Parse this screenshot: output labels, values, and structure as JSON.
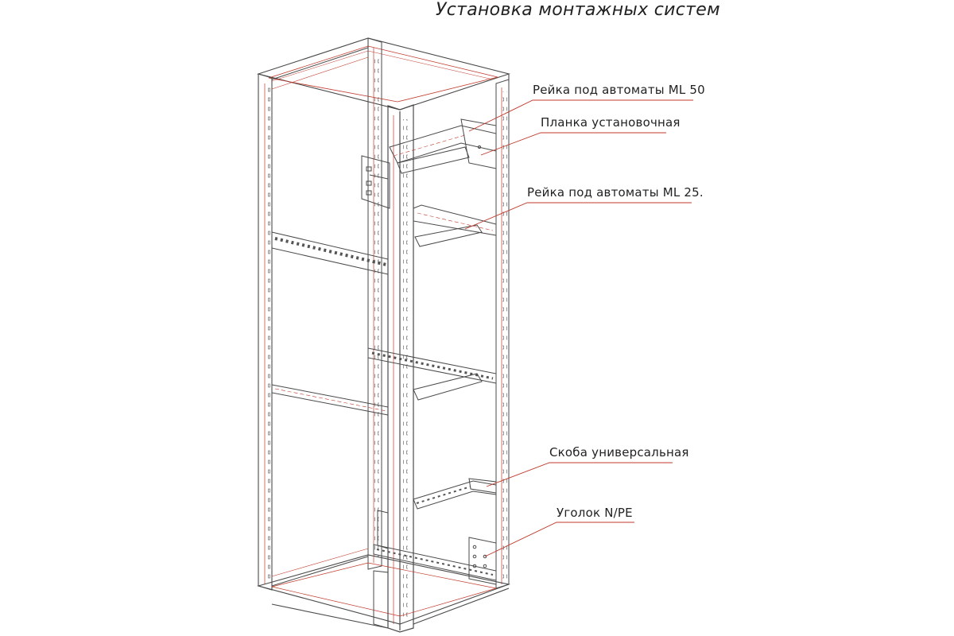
{
  "title": "Установка монтажных систем",
  "callouts": [
    {
      "id": "rail-ml50",
      "label": "Рейка под автоматы ML 50"
    },
    {
      "id": "mounting-plate",
      "label": "Планка установочная"
    },
    {
      "id": "rail-ml25",
      "label": "Рейка под автоматы ML 25."
    },
    {
      "id": "universal-bracket",
      "label": "Скоба универсальная"
    },
    {
      "id": "np-corner",
      "label": "Уголок N/PE"
    }
  ],
  "colors": {
    "outline": "#4a4a4a",
    "accent": "#c0392b",
    "accent_light": "#e8a0a0"
  }
}
